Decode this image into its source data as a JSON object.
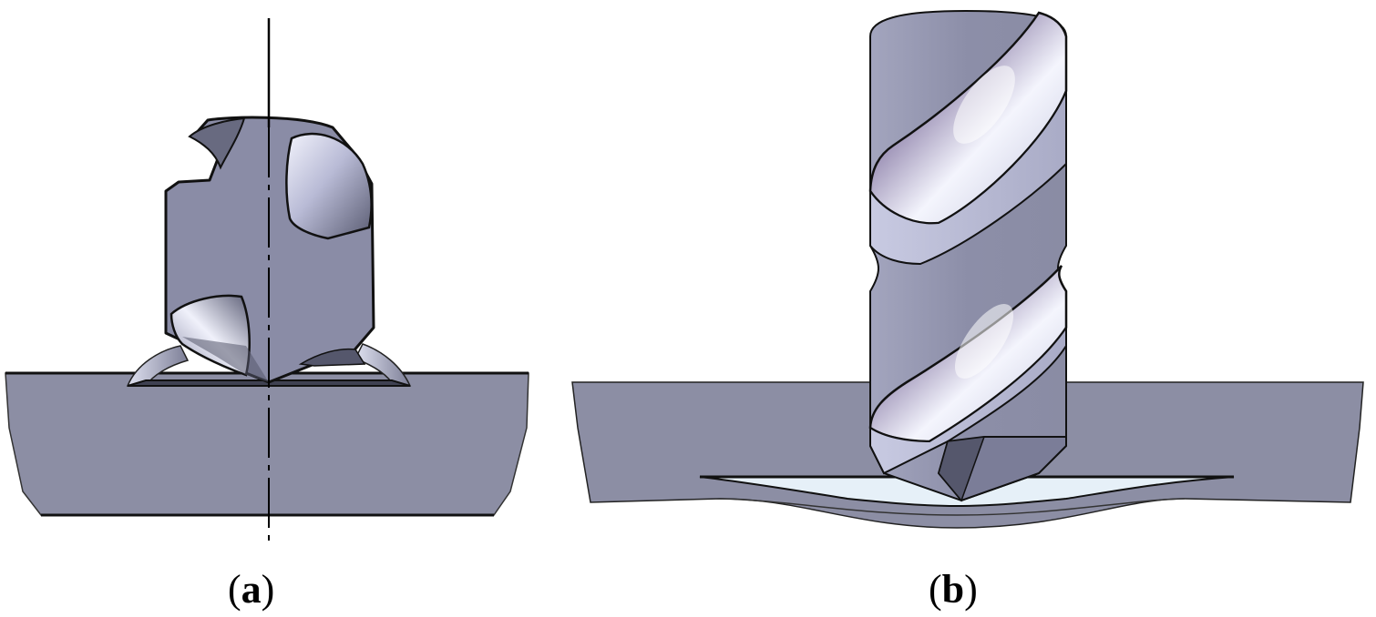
{
  "panels": [
    {
      "id": "a",
      "caption_letter": "a"
    },
    {
      "id": "b",
      "caption_letter": "b"
    }
  ],
  "colors": {
    "workpiece": "#8c8ea4",
    "workpiece_dark": "#7b7d94",
    "drill_body": "#8a8ca6",
    "drill_flute_light": "#eef0fb",
    "drill_flute_mid": "#b4b6d2",
    "drill_flute_dark": "#55576c",
    "outline": "#111111",
    "exit_gap": "#e6f0f8"
  },
  "icons": {
    "drill_a": "drill-tip-entering-workpiece",
    "drill_b": "twist-drill-exiting-workpiece"
  }
}
